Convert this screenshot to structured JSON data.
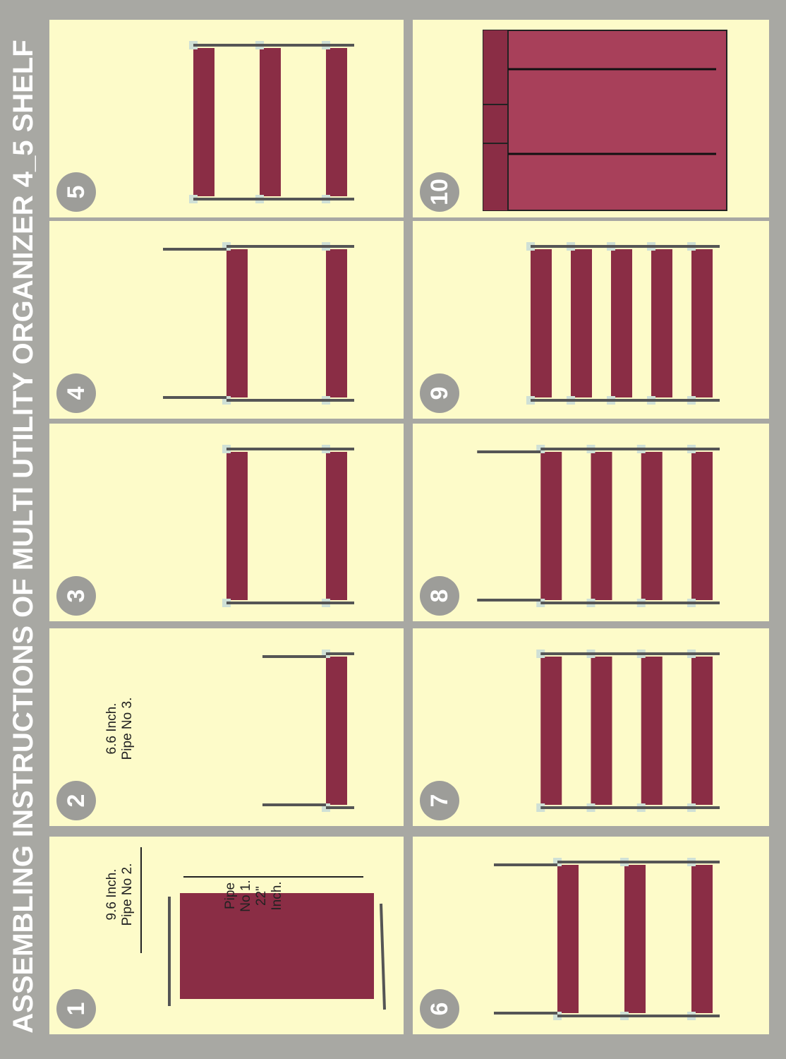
{
  "title": "ASSEMBLING INSTRUCTIONS OF MULTI UTILITY ORGANIZER 4_5 SHELF",
  "colors": {
    "background": "#a8a8a3",
    "panel": "#fdfbc9",
    "fabric": "#8a2d45",
    "badge": "#9d9d99"
  },
  "steps": [
    {
      "number": "1",
      "labels": [
        "9.6 Inch.",
        "Pipe No 2.",
        "Pipe",
        "No 1.",
        "22\"",
        "Inch."
      ]
    },
    {
      "number": "2",
      "labels": [
        "6.6 Inch.",
        "Pipe No 3."
      ]
    },
    {
      "number": "3"
    },
    {
      "number": "4"
    },
    {
      "number": "5"
    },
    {
      "number": "6"
    },
    {
      "number": "7"
    },
    {
      "number": "8"
    },
    {
      "number": "9"
    },
    {
      "number": "10"
    }
  ]
}
